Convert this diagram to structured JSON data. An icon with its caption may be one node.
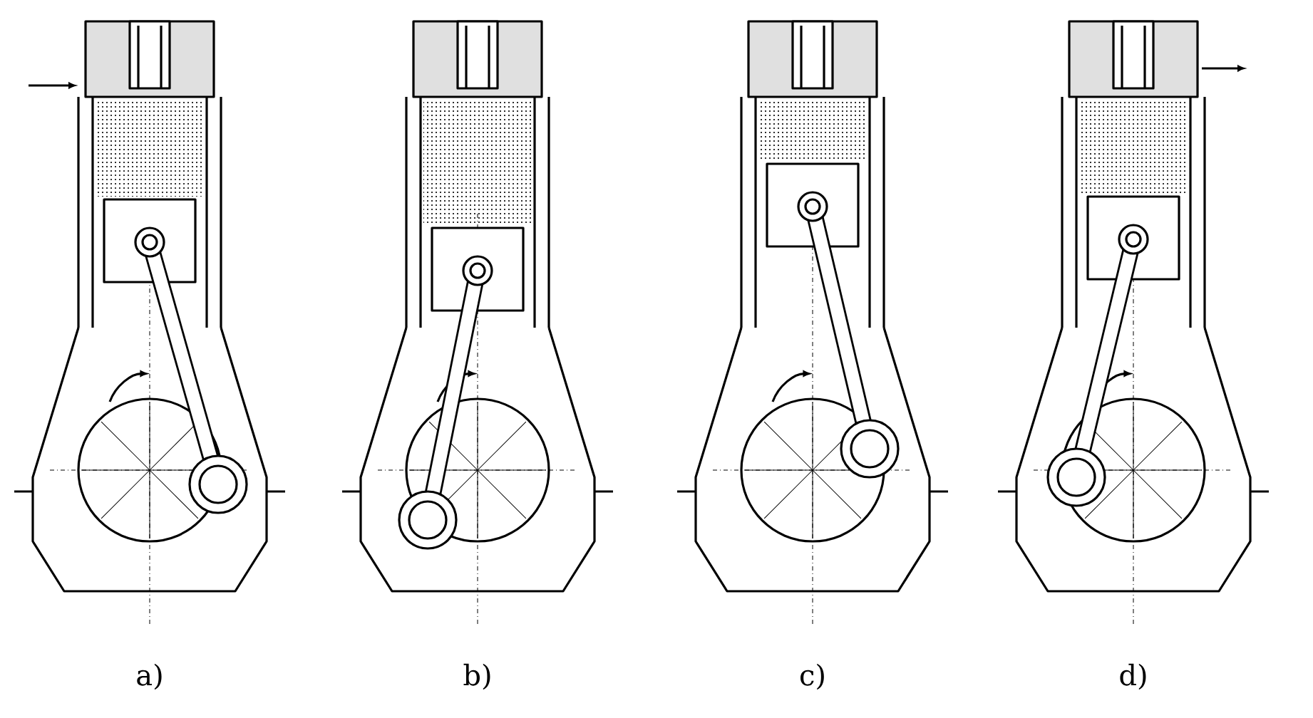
{
  "diagram": {
    "labels": [
      "a)",
      "b)",
      "c)",
      "d)"
    ]
  }
}
